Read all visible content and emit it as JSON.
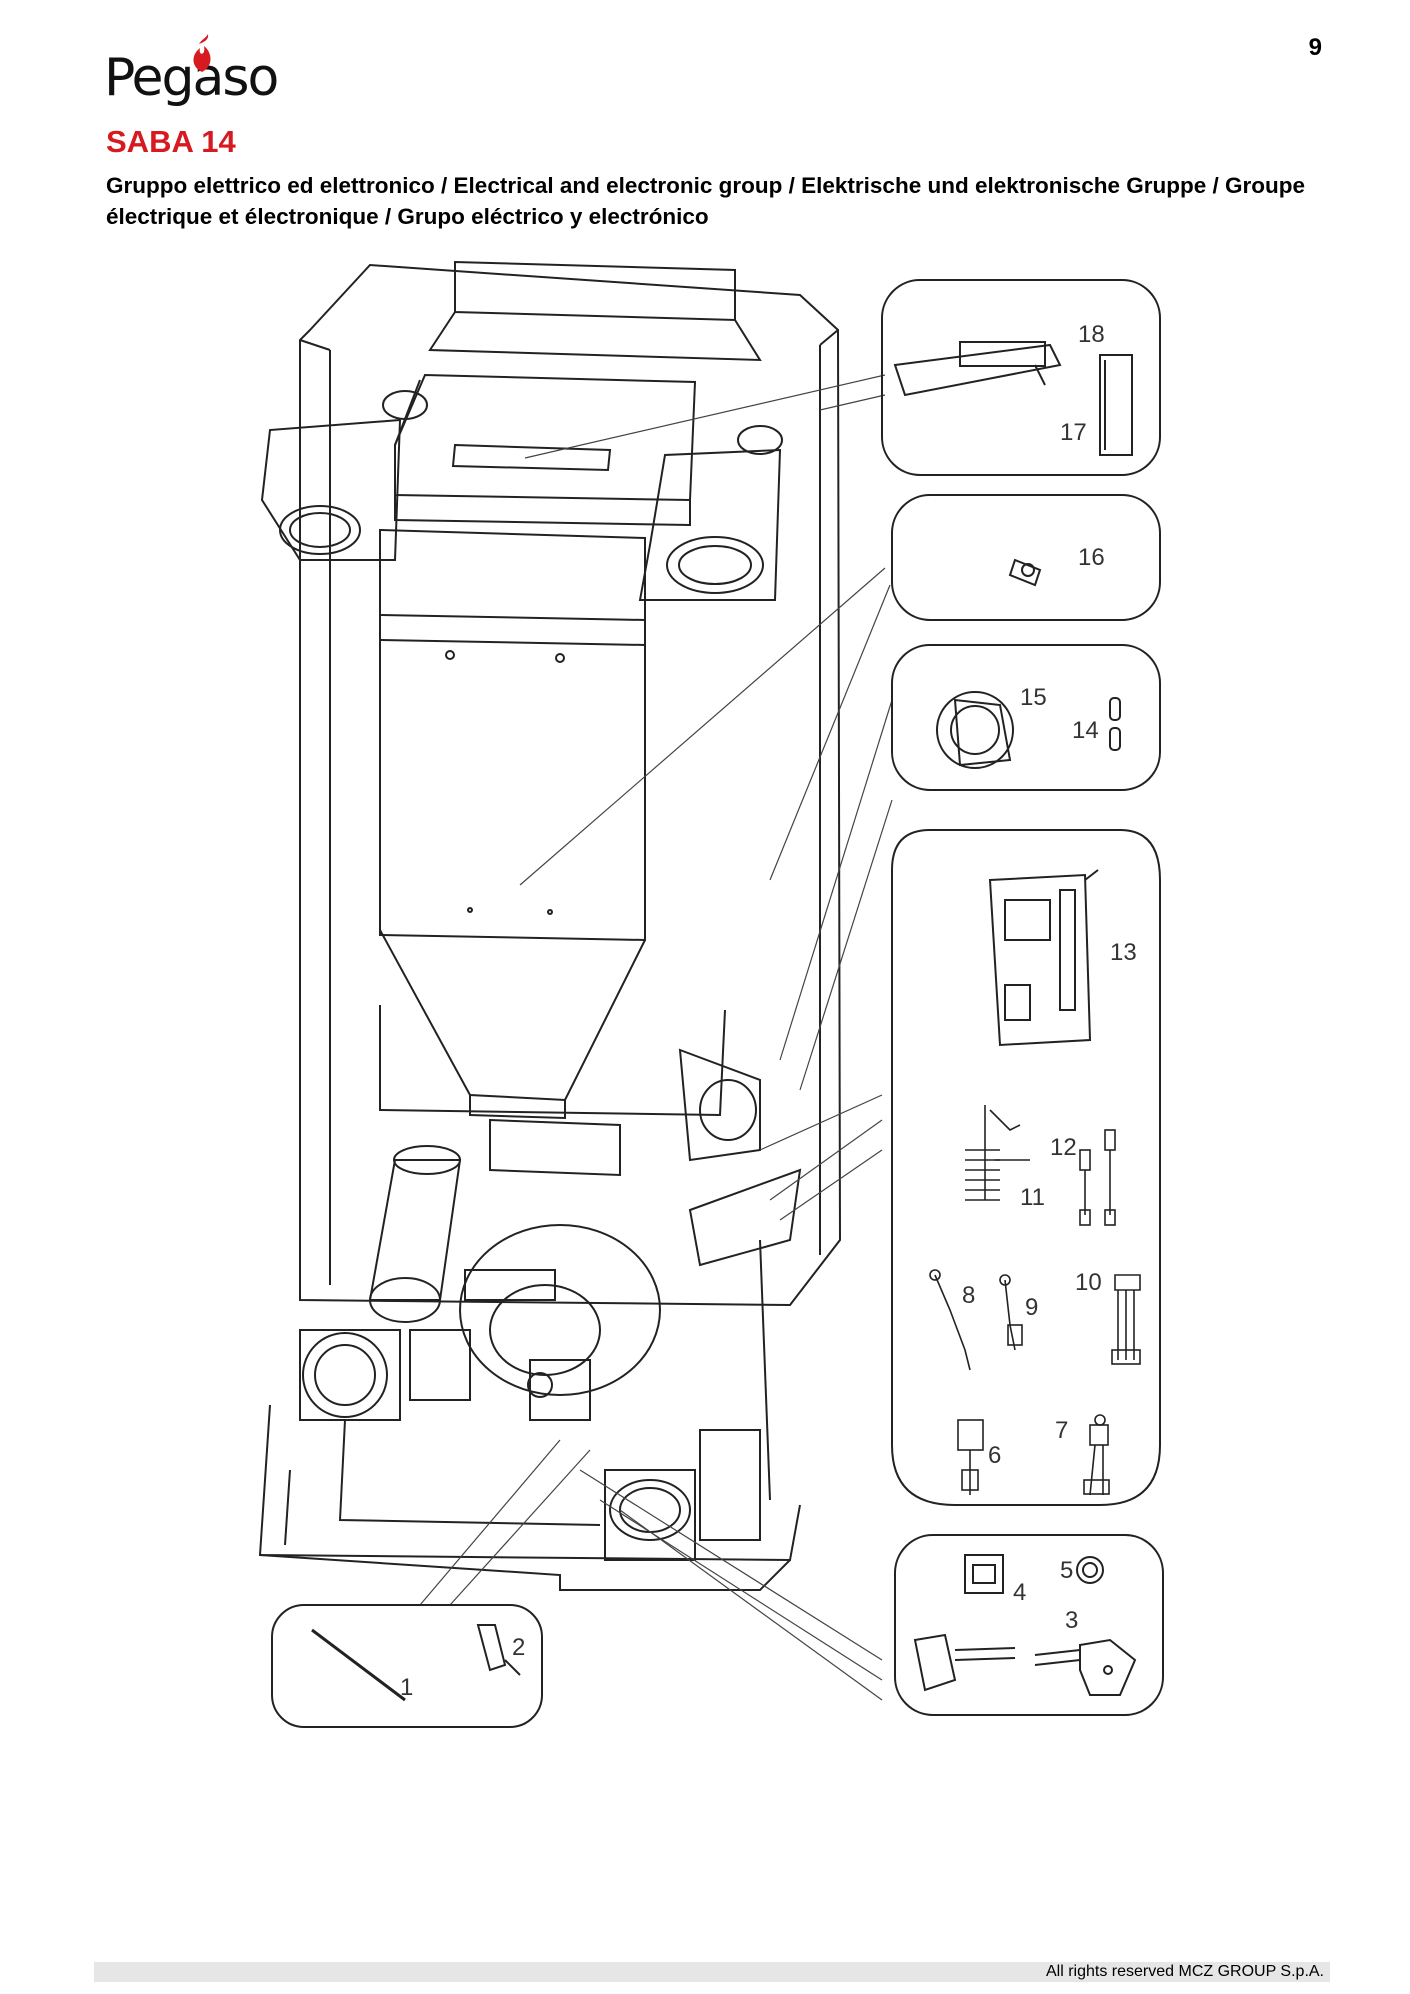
{
  "header": {
    "page_number": "9",
    "brand": "Pegaso",
    "title": "SABA 14",
    "subtitle": "Gruppo elettrico ed elettronico / Electrical and electronic group / Elektrische und elektronische Gruppe / Groupe électrique et électronique / Grupo eléctrico y electrónico"
  },
  "parts": {
    "p1": "1",
    "p2": "2",
    "p3": "3",
    "p4": "4",
    "p5": "5",
    "p6": "6",
    "p7": "7",
    "p8": "8",
    "p9": "9",
    "p10": "10",
    "p11": "11",
    "p12": "12",
    "p13": "13",
    "p14": "14",
    "p15": "15",
    "p16": "16",
    "p17": "17",
    "p18": "18"
  },
  "footer": {
    "copyright": "All rights reserved MCZ GROUP S.p.A."
  },
  "colors": {
    "title": "#d71920",
    "logo_flame": "#d71920",
    "line": "#222222",
    "footer_bar": "#e6e6e6"
  }
}
